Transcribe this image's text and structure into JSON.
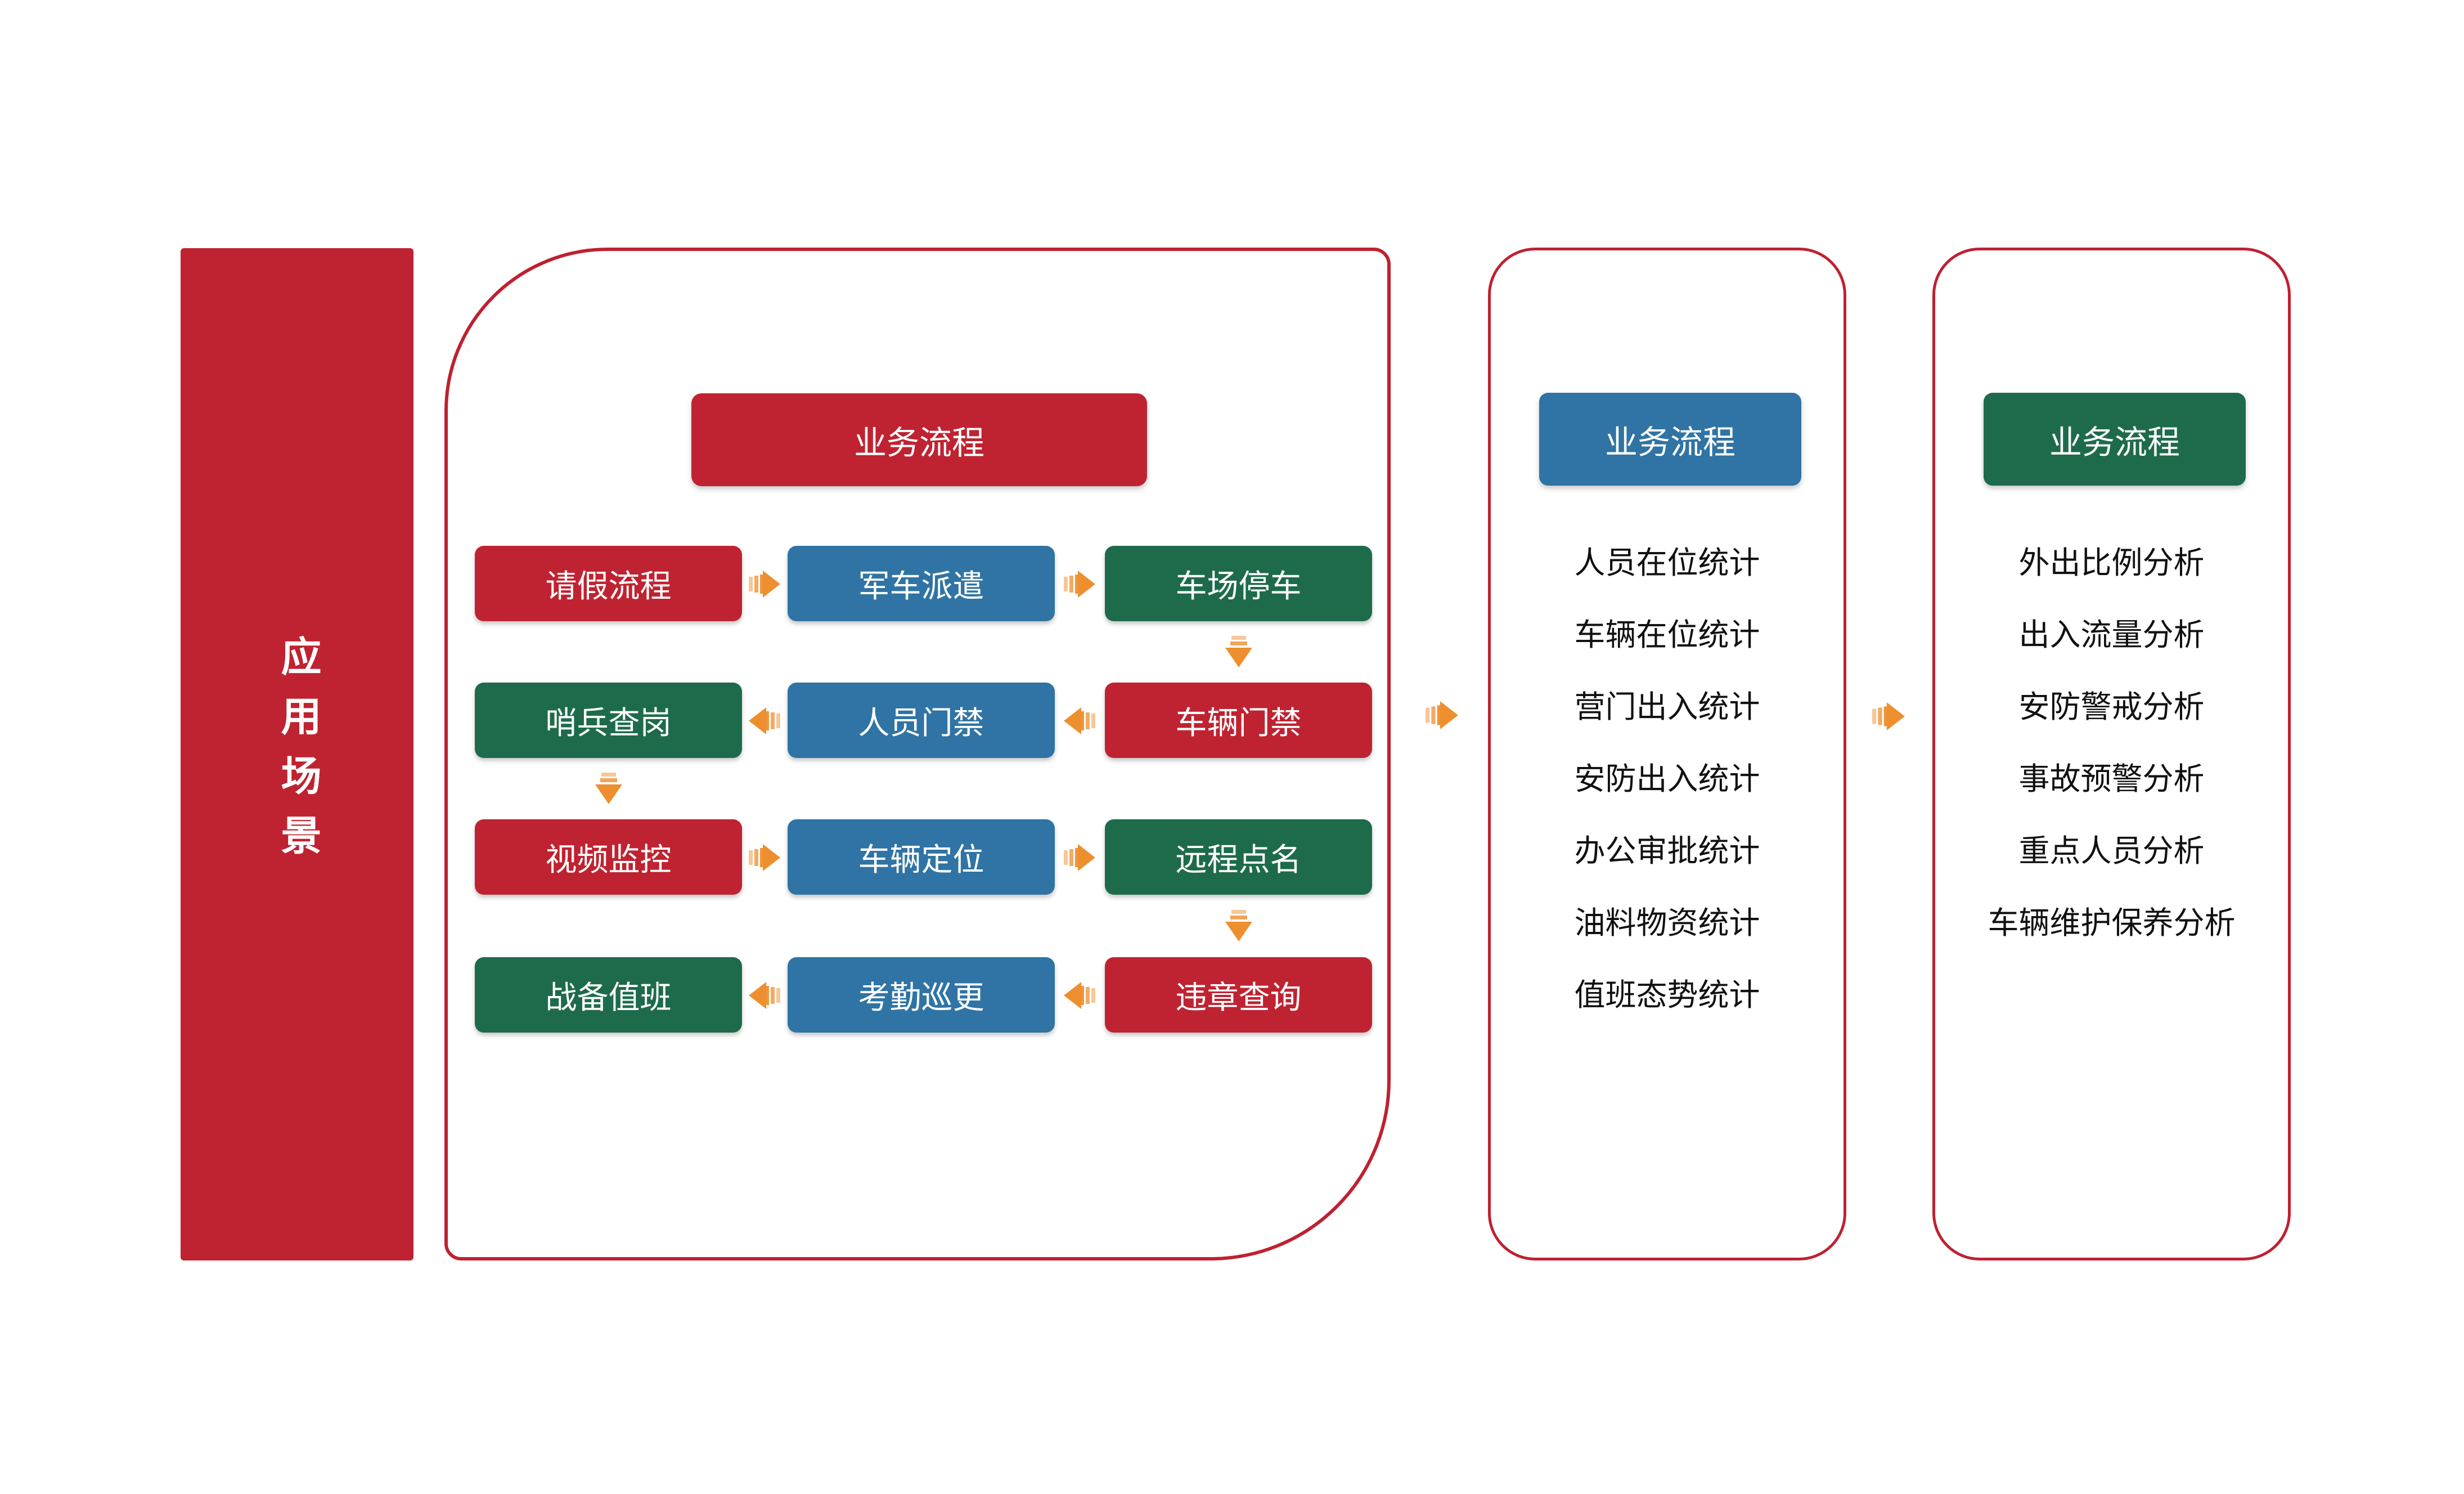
{
  "colors": {
    "red": "#BF2331",
    "blue": "#2F74A4",
    "green": "#1E6B4B",
    "orange": "#EE8F2F",
    "outline": "#BE2130",
    "list_text": "#111111"
  },
  "sidebar": {
    "label": "应用场景"
  },
  "flow_panel": {
    "header": {
      "label": "业务流程"
    },
    "boxes": [
      {
        "label": "请假流程",
        "color": "#BF2331"
      },
      {
        "label": "军车派遣",
        "color": "#2F74A4"
      },
      {
        "label": "车场停车",
        "color": "#1E6B4B"
      },
      {
        "label": "哨兵查岗",
        "color": "#1E6B4B"
      },
      {
        "label": "人员门禁",
        "color": "#2F74A4"
      },
      {
        "label": "车辆门禁",
        "color": "#BF2331"
      },
      {
        "label": "视频监控",
        "color": "#BF2331"
      },
      {
        "label": "车辆定位",
        "color": "#2F74A4"
      },
      {
        "label": "远程点名",
        "color": "#1E6B4B"
      },
      {
        "label": "战备值班",
        "color": "#1E6B4B"
      },
      {
        "label": "考勤巡更",
        "color": "#2F74A4"
      },
      {
        "label": "违章查询",
        "color": "#BF2331"
      }
    ]
  },
  "stats_panel": {
    "header": {
      "label": "业务流程"
    },
    "items": [
      "人员在位统计",
      "车辆在位统计",
      "营门出入统计",
      "安防出入统计",
      "办公审批统计",
      "油料物资统计",
      "值班态势统计"
    ]
  },
  "analysis_panel": {
    "header": {
      "label": "业务流程"
    },
    "items": [
      "外出比例分析",
      "出入流量分析",
      "安防警戒分析",
      "事故预警分析",
      "重点人员分析",
      "车辆维护保养分析"
    ]
  }
}
